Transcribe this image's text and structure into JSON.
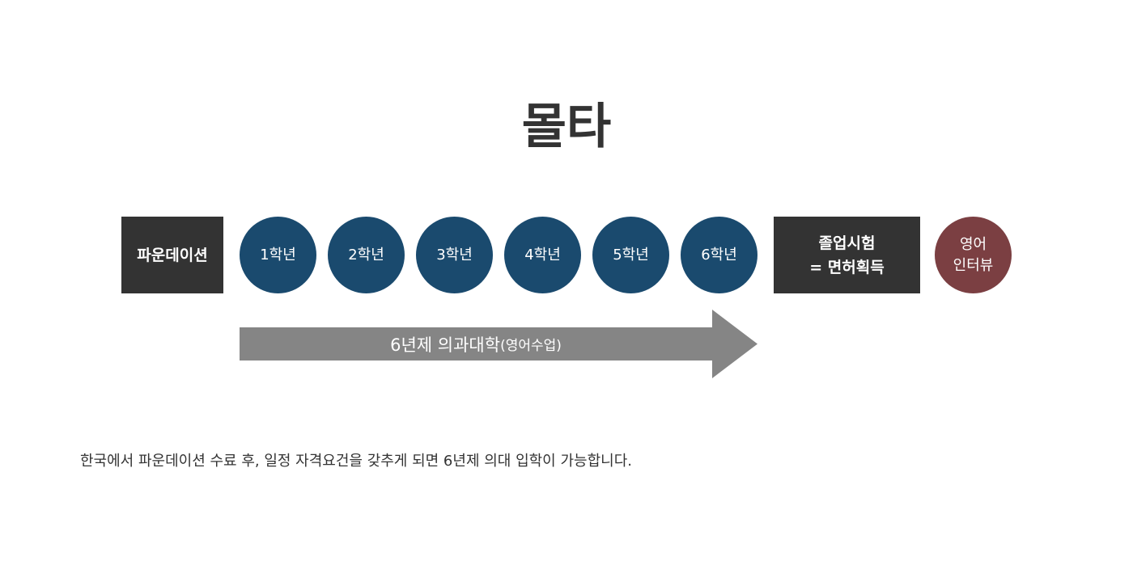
{
  "title": "몰타",
  "steps": {
    "foundation": "파운데이션",
    "years": [
      "1학년",
      "2학년",
      "3학년",
      "4학년",
      "5학년",
      "6학년"
    ],
    "graduation_line1": "졸업시험",
    "graduation_line2": "= 면허획득",
    "interview_line1": "영어",
    "interview_line2": "인터뷰"
  },
  "arrow": {
    "label": "6년제 의과대학",
    "sub_label": "(영어수업)"
  },
  "footer": "한국에서 파운데이션 수료 후, 일정 자격요건을 갖추게 되면 6년제 의대 입학이 가능합니다.",
  "colors": {
    "year_circle": "#1a4a6e",
    "dark_box": "#333333",
    "interview_circle": "#7b3f42",
    "arrow": "#858585"
  }
}
